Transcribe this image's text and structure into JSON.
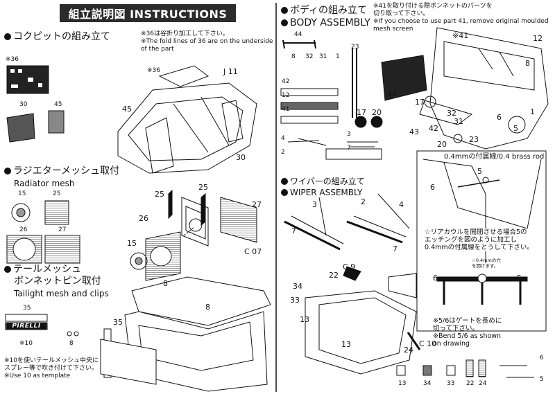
{
  "title": "組立説明図 INSTRUCTIONS",
  "cockpit": {
    "heading": "コクピットの組み立て",
    "note": "※36は谷折り加工して下さい。\n※The fold lines of  36 are on the underside\n   of the part",
    "labels": {
      "p36a": "※36",
      "p30": "30",
      "p45": "45",
      "p36b": "※36",
      "pJ11": "J 11",
      "p45b": "45",
      "p30b": "30"
    }
  },
  "radiator": {
    "heading_jp": "ラジエターメッシュ取付",
    "heading_en": "Radiator mesh",
    "labels": {
      "p15": "15",
      "p25": "25",
      "p26": "26",
      "p27": "27",
      "d25a": "25",
      "d25b": "25",
      "d27": "27",
      "d26": "26",
      "d15": "15",
      "dC07": "C 07"
    }
  },
  "tail": {
    "heading_jp1": "テールメッシュ",
    "heading_jp2": "ボンネットピン取付",
    "heading_en": "Tailight mesh and clips",
    "labels": {
      "p35": "35",
      "p10": "※10",
      "p8": "8",
      "d8a": "8",
      "d8b": "8",
      "d35": "35"
    },
    "logo": "PIRELLI",
    "note": "※10を使いテールメッシュ中央に\nスプレー等で吹き付けて下さい。\n※Use 10 as template"
  },
  "body": {
    "heading_jp": "ボディの組み立て",
    "heading_en": "BODY ASSEMBLY",
    "note": "※41を取り付ける際ボンネットのパーツを\n   切り取って下さい。\n※If you choose to use part 41, remove original moulded\n   mesh screen",
    "labels": {
      "p44": "44",
      "p8": "8",
      "p32": "32",
      "p31": "31",
      "p1": "1",
      "p23": "23",
      "p42": "42",
      "p12": "12",
      "p41": "41",
      "p17": "17",
      "p20": "20",
      "p4": "4",
      "p3": "3",
      "p2": "2",
      "p7": "7",
      "d41": "※41",
      "d12": "12",
      "d8": "8",
      "d44": "44",
      "d17": "17",
      "d32": "32",
      "d31": "31",
      "d42": "42",
      "d43": "43",
      "d23": "23",
      "d20": "20",
      "d5": "5",
      "d1": "1",
      "d6": "6"
    }
  },
  "wiper": {
    "heading_jp": "ワイパーの組み立て",
    "heading_en": "WIPER ASSEMBLY",
    "labels": {
      "w3": "3",
      "w2": "2",
      "w4": "4",
      "w7a": "7",
      "w7b": "7"
    }
  },
  "brass": {
    "label": "0.4mmの付属線/0.4 brass rod",
    "labels": {
      "b6": "6",
      "b5": "5"
    },
    "note": "☆リアカウルを開閉させる場合5の\n   エッチングを図のように加工し\n   0.4mmの付属線をとうして下さい。",
    "small": "☆0.4mmの穴\n   を開けます。",
    "labels2": {
      "c6": "6",
      "c5": "5"
    },
    "bend_note": "※5/6はゲートを長めに\n   切って下さい。\n※Bend 5/6 as shown\n   on drawing"
  },
  "rear": {
    "labels": {
      "p22": "22",
      "pC9": "C 9",
      "p34": "34",
      "p33": "33",
      "p13a": "13",
      "p13b": "13",
      "p24": "24",
      "pC10": "C 10"
    },
    "bottom": {
      "b13": "13",
      "b34": "34",
      "b33": "33",
      "b22": "22",
      "b24": "24",
      "b6": "6",
      "b5": "5"
    }
  }
}
